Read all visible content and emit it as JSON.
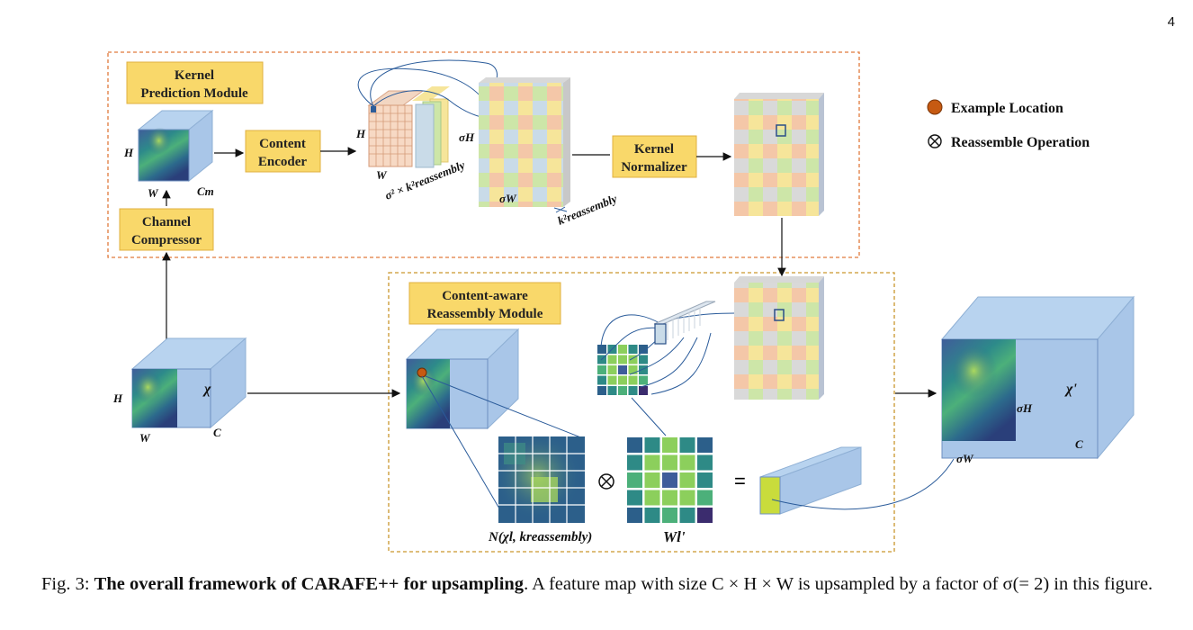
{
  "page_number": "4",
  "boxes": {
    "kernel_prediction": [
      "Kernel",
      "Prediction Module"
    ],
    "content_encoder": [
      "Content",
      "Encoder"
    ],
    "kernel_normalizer": [
      "Kernel",
      "Normalizer"
    ],
    "channel_compressor": [
      "Channel",
      "Compressor"
    ],
    "reassembly": [
      "Content-aware",
      "Reassembly Module"
    ]
  },
  "legend": {
    "example_location": "Example Location",
    "reassemble_operation": "Reassemble Operation"
  },
  "labels": {
    "H": "H",
    "W": "W",
    "Cm": "Cm",
    "sigma_k": "σ² × k²reassembly",
    "sigmaH": "σH",
    "sigmaW": "σW",
    "k_reassembly": "k²reassembly",
    "chi": "χ",
    "C": "C",
    "chi_prime": "χ'",
    "neighborhood": "N(χl, kreassembly)",
    "kernel_w": "Wl'",
    "otimes": "⊗",
    "equals": "="
  },
  "caption": {
    "prefix": "Fig. 3: ",
    "bold": "The overall framework of CARAFE++ for upsampling",
    "rest": ". A feature map with size C × H × W is upsampled by a factor of σ(= 2) in this figure."
  }
}
